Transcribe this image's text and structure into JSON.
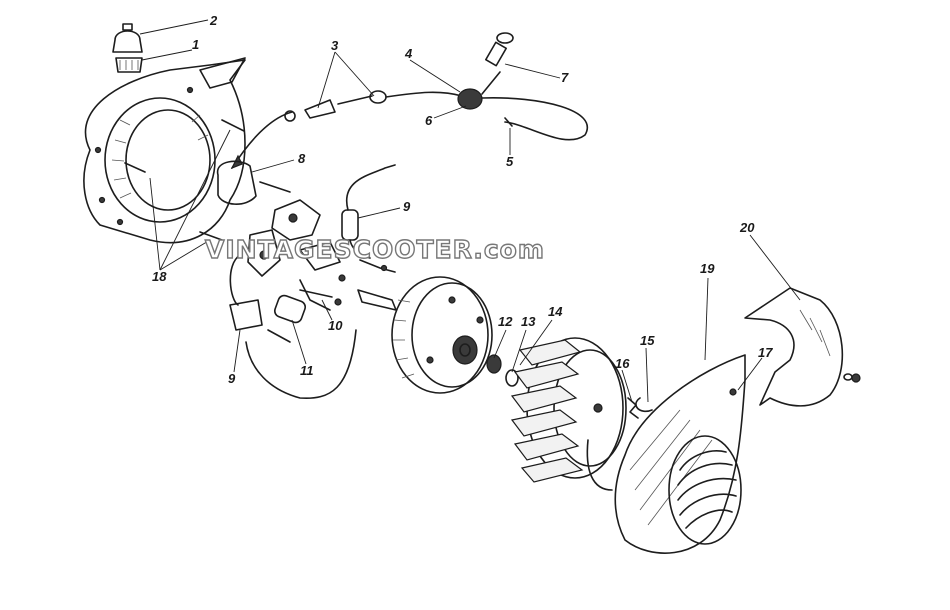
{
  "diagram": {
    "watermark": "VINTAGESCOOTER.com",
    "labels": [
      "1",
      "2",
      "3",
      "4",
      "5",
      "6",
      "7",
      "8",
      "9",
      "10",
      "11",
      "12",
      "13",
      "14",
      "15",
      "16",
      "17",
      "18",
      "19",
      "20"
    ]
  }
}
